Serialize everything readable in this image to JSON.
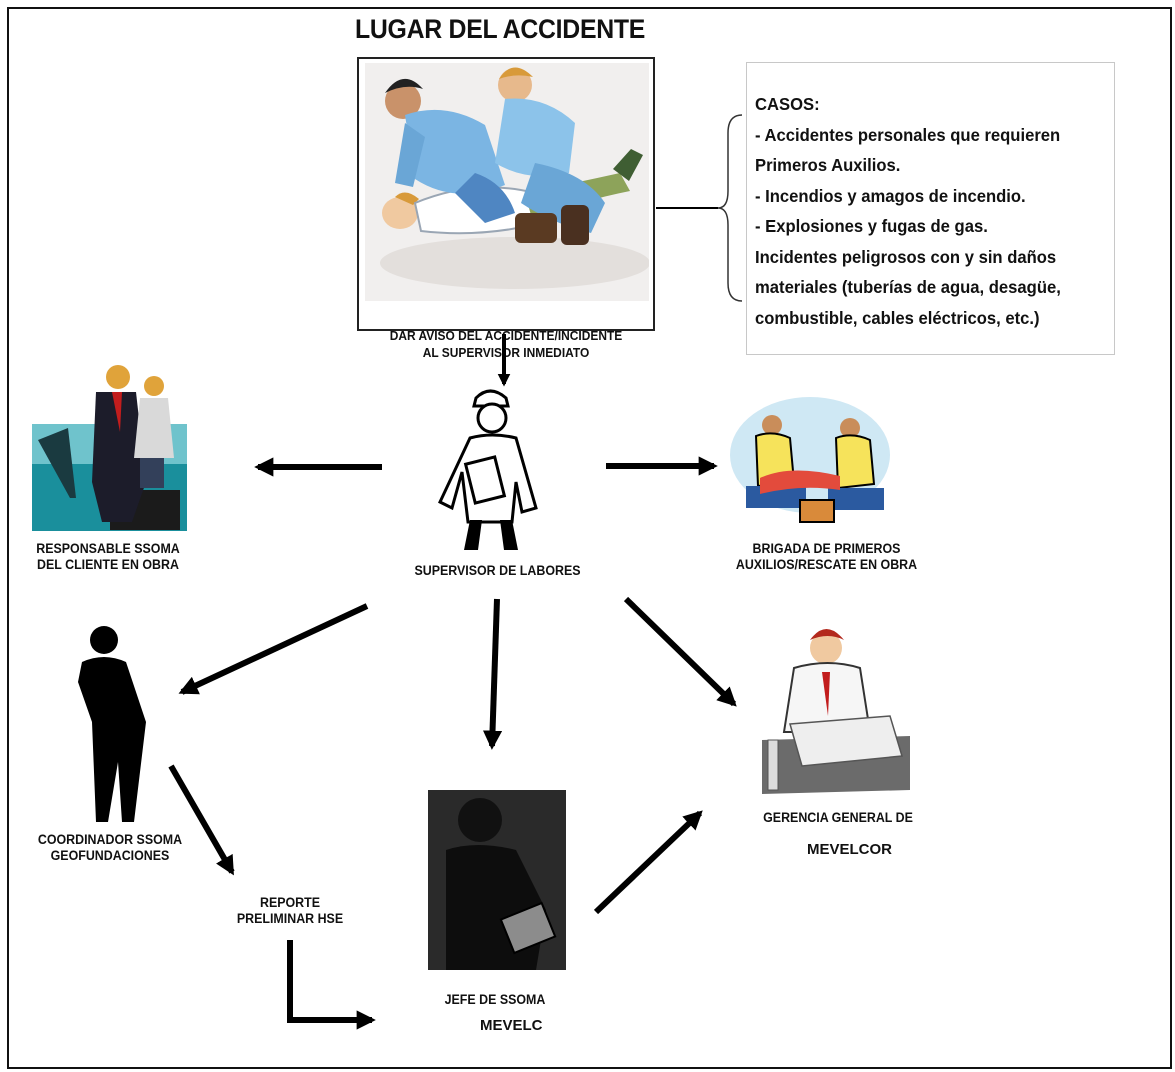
{
  "title": "LUGAR DEL ACCIDENTE",
  "center_caption": [
    "DAR  AVISO DEL ACCIDENTE/INCIDENTE",
    "AL SUPERVISOR INMEDIATO"
  ],
  "cases": [
    "CASOS:",
    "- Accidentes personales que    requieren",
    "Primeros Auxilios.",
    "- Incendios y amagos de incendio.",
    "- Explosiones y fugas de gas.",
    " Incidentes peligrosos con y sin daños",
    "materiales (tuberías de agua, desagüe,",
    "combustible, cables eléctricos, etc.)"
  ],
  "nodes": {
    "responsable": [
      "RESPONSABLE  SSOMA",
      "DEL CLIENTE EN OBRA"
    ],
    "supervisor": "SUPERVISOR DE LABORES",
    "brigada": [
      "BRIGADA DE PRIMEROS",
      "AUXILIOS/RESCATE EN OBRA"
    ],
    "coordinador": [
      "COORDINADOR SSOMA",
      "GEOFUNDACIONES"
    ],
    "reporte": [
      "REPORTE",
      "PRELIMINAR HSE"
    ],
    "jefe": "JEFE DE SSOMA",
    "jefe_sub": "MEVELC",
    "gerencia": "GERENCIA GENERAL DE",
    "gerencia_sub": "MEVELCOR"
  },
  "colors": {
    "border": "#111111",
    "arrow": "#000000",
    "cases_border": "#c8c8c8"
  }
}
